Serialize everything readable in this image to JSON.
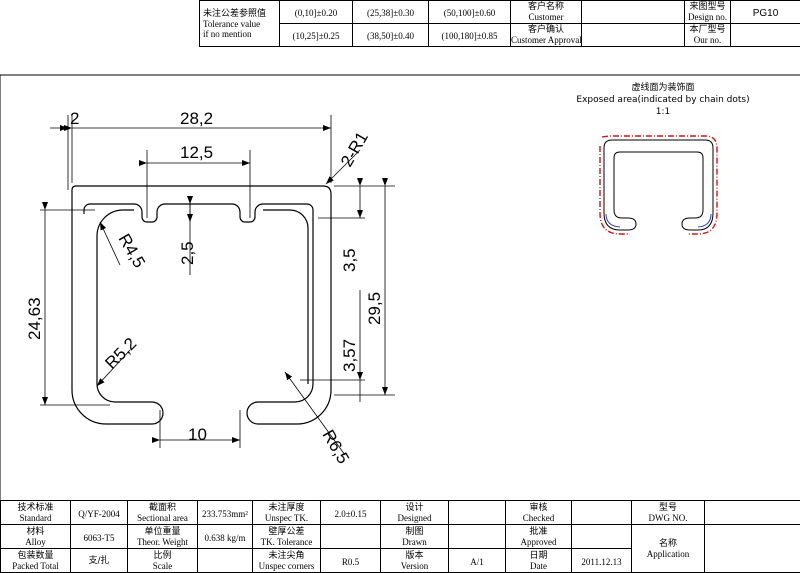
{
  "top_block": {
    "tolerance_zh": "未注公差参照值",
    "tolerance_en1": "Tolerance value",
    "tolerance_en2": "if no mention",
    "tol": [
      {
        "range": "(0,10]",
        "value": "±0.20"
      },
      {
        "range": "(25,38]",
        "value": "±0.30"
      },
      {
        "range": "(50,100]",
        "value": "±0.60"
      },
      {
        "range": "(10,25]",
        "value": "±0.25"
      },
      {
        "range": "(38,50]",
        "value": "±0.40"
      },
      {
        "range": "(100,180]",
        "value": "±0.85"
      }
    ],
    "customer_zh": "客户名称",
    "customer_en": "Customer",
    "approval_zh": "客户确认",
    "approval_en": "Customer Approval",
    "design_no_zh": "来图型号",
    "design_no_en": "Design no.",
    "design_no_value": "PG10",
    "our_no_zh": "本厂型号",
    "our_no_en": "Our no."
  },
  "note": {
    "zh": "虚线面为装饰面",
    "en": "Exposed area(indicated by chain dots)",
    "scale": "1:1"
  },
  "dimensions": {
    "d_2": "2",
    "d_28_2": "28,2",
    "d_12_5": "12,5",
    "d_2_r1": "2-R1",
    "d_r4_5": "R4,5",
    "d_2_5": "2,5",
    "d_3_5": "3,5",
    "d_24_63": "24,63",
    "d_29_5": "29,5",
    "d_r5_2": "R5,2",
    "d_3_57": "3,57",
    "d_10": "10",
    "d_r6_5": "R6,5"
  },
  "bottom_block": {
    "standard_zh": "技术标准",
    "standard_en": "Standard",
    "standard_val": "Q/YF-2004",
    "section_zh": "截面积",
    "section_en": "Sectional area",
    "section_val": "233.753",
    "section_unit": "mm²",
    "unspec_tk_zh": "未注厚度",
    "unspec_tk_en": "Unspec TK.",
    "unspec_tk_val": "2.0±0.15",
    "designed_zh": "设计",
    "designed_en": "Designed",
    "checked_zh": "审核",
    "checked_en": "Checked",
    "dwg_zh": "型号",
    "dwg_en": "DWG NO.",
    "alloy_zh": "材料",
    "alloy_en": "Alloy",
    "alloy_val": "6063-T5",
    "weight_zh": "单位重量",
    "weight_en": "Theor. Weight",
    "weight_val": "0.638 kg/m",
    "tk_tol_zh": "壁厚公差",
    "tk_tol_en": "TK. Tolerance",
    "drawn_zh": "制图",
    "drawn_en": "Drawn",
    "approved_zh": "批准",
    "approved_en": "Approved",
    "app_zh": "名称",
    "app_en": "Application",
    "packed_zh": "包装数量",
    "packed_en": "Packed Total",
    "packed_val": "支/扎",
    "scale_zh": "比例",
    "scale_en": "Scale",
    "corners_zh": "未注尖角",
    "corners_en": "Unspec corners",
    "corners_val": "R0.5",
    "version_zh": "版本",
    "version_en": "Version",
    "version_val": "A/1",
    "date_zh": "日期",
    "date_en": "Date",
    "date_val": "2011.12.13"
  }
}
